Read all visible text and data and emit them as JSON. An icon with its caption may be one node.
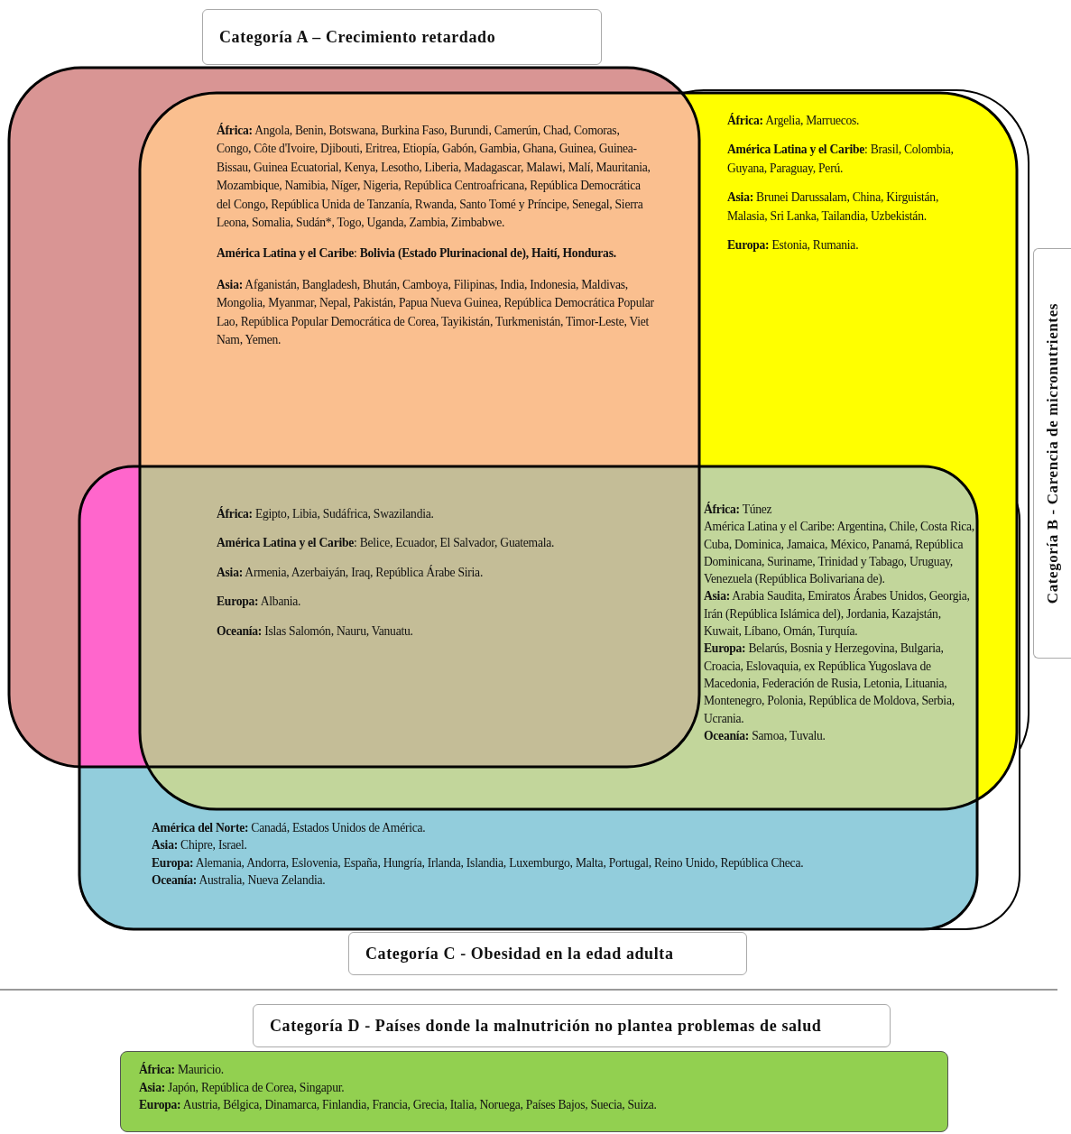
{
  "diagram": {
    "nodes": [
      {
        "text": [
          "Categoría A – Crecimiento retardado"
        ]
      },
      {
        "text": [
          "Categoría B - Carencia de micronutrientes"
        ]
      },
      {
        "text": [
          "Categoría C - Obesidad en la edad adulta"
        ]
      },
      {
        "text": [
          "Categoría D - Países donde la malnutrición no plantea problemas de salud"
        ]
      },
      {
        "text": [
          "**África:** Mauricio.",
          "**Asia:** Japón, República de Corea, Singapur.",
          "**Europa:** Austria, Bélgica, Dinamarca, Finlandia, Francia, Grecia, Italia, Noruega, Países Bajos, Suecia, Suiza."
        ]
      }
    ],
    "edges": [],
    "labels": [
      "**África:** Angola, Benin, Botswana, Burkina Faso, Burundi, Camerún, Chad, Comoras, Congo, Côte d'Ivoire, Djibouti, Eritrea, Etiopía, Gabón, Gambia, Ghana, Guinea, Guinea-Bissau, Guinea Ecuatorial, Kenya, Lesotho, Liberia, Madagascar, Malawi, Malí, Mauritania, Mozambique, Namibia, Níger, Nigeria, República Centroafricana, República Democrática del Congo, República Unida de Tanzanía, Rwanda, Santo Tomé y Príncipe, Senegal, Sierra Leona, Somalia, Sudán*, Togo, Uganda, Zambia, Zimbabwe.",
      "**América Latina y el Caribe**: **Bolivia (Estado Plurinacional de), Haití, Honduras.**",
      "**Asia:** Afganistán, Bangladesh, Bhután, Camboya, Filipinas, India, Indonesia, Maldivas, Mongolia, Myanmar, Nepal, Pakistán, Papua Nueva Guinea, República Democrática Popular Lao, República Popular Democrática de Corea, Tayikistán, Turkmenistán, Timor-Leste, Viet Nam, Yemen.",
      "**África:** Argelia, Marruecos.",
      "**América Latina y el Caribe**: Brasil, Colombia, Guyana, Paraguay, Perú.",
      "**Asia:** Brunei Darussalam, China, Kirguistán, Malasia, Sri Lanka, Tailandia, Uzbekistán.",
      "**Europa:** Estonia, Rumania.",
      "**África:** Egipto, Libia, Sudáfrica, Swazilandia.",
      "**América Latina y el Caribe**: Belice, Ecuador, El Salvador, Guatemala.",
      "**Asia:** Armenia, Azerbaiyán, Iraq, República Árabe Siria.",
      "**Europa:** Albania.",
      "**Oceanía:** Islas Salomón, Nauru, Vanuatu.",
      "**África:** Túnez",
      "América Latina y el Caribe: Argentina, Chile, Costa Rica, Cuba, Dominica, Jamaica, México, Panamá, República Dominicana, Suriname, Trinidad y Tabago, Uruguay, Venezuela (República Bolivariana de).",
      "**Asia:** Arabia Saudita, Emiratos Árabes Unidos, Georgia, Irán (República Islámica del), Jordania, Kazajstán, Kuwait, Líbano, Omán, Turquía.",
      "**Europa:** Belarús, Bosnia y Herzegovina, Bulgaria, Croacia, Eslovaquia, ex República Yugoslava de Macedonia, Federación de Rusia, Letonia, Lituania, Montenegro, Polonia, República de Moldova, Serbia, Ucrania.",
      "**Oceanía:** Samoa, Tuvalu.",
      "**América del Norte:** Canadá, Estados Unidos de América.",
      "**Asia:** Chipre, Israel.",
      "**Europa:** Alemania, Andorra, Eslovenia, España, Hungría, Irlanda, Islandia, Luxemburgo, Malta, Portugal, Reino Unido, República Checa.",
      "**Oceanía:** Australia, Nueva Zelandia."
    ]
  }
}
